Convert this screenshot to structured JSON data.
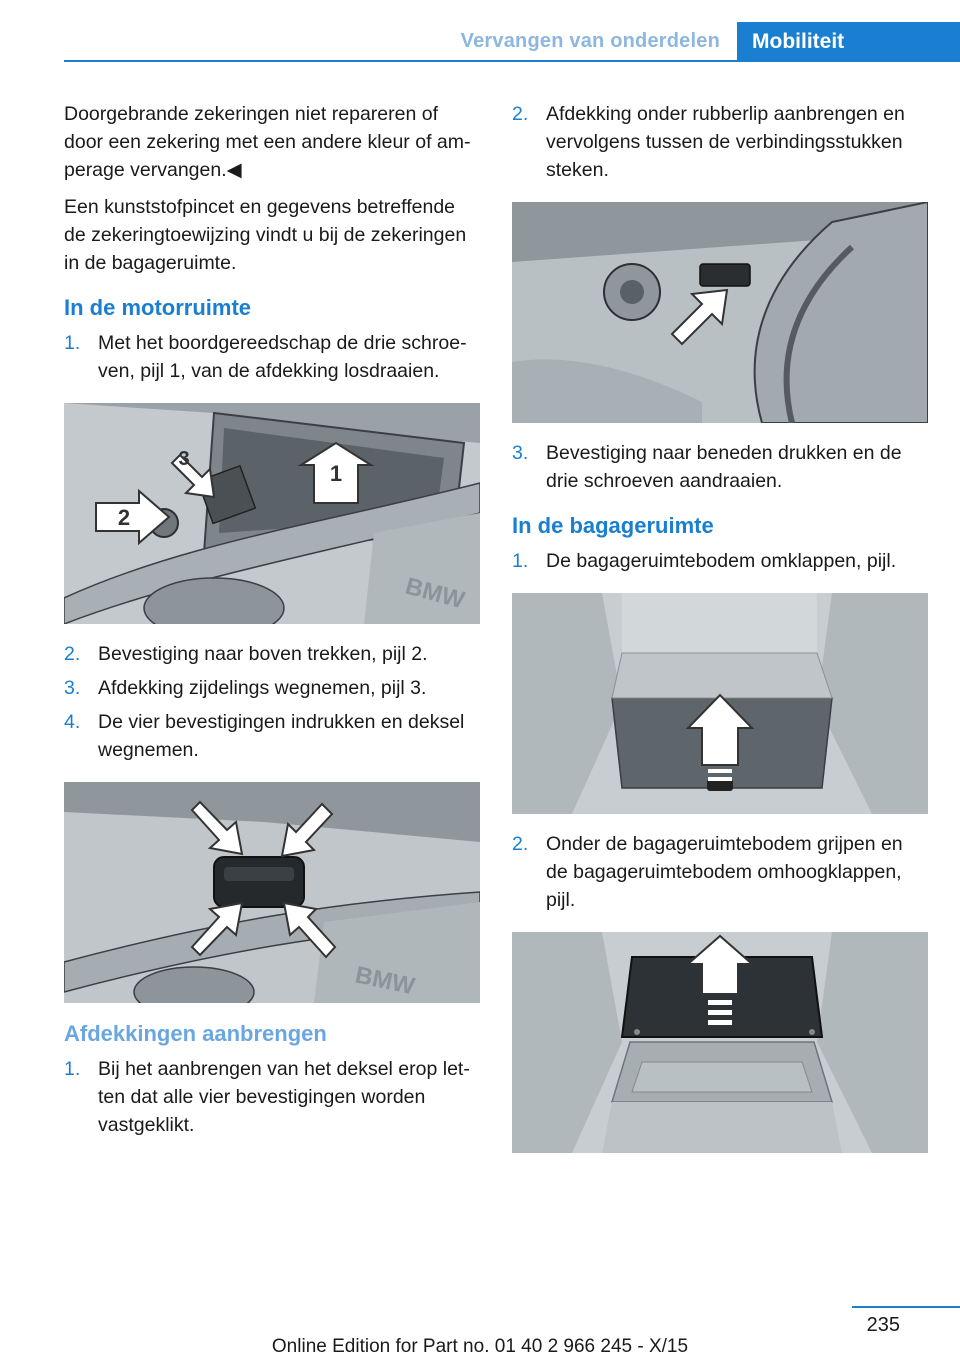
{
  "header": {
    "section": "Vervangen van onderdelen",
    "chapter": "Mobiliteit"
  },
  "left": {
    "para1": "Doorgebrande zekeringen niet repareren of door een zekering met een andere kleur of am‐perage vervangen.◀",
    "para2": "Een kunststofpincet en gegevens betreffende de zekeringtoewijzing vindt u bij de zekeringen in de bagageruimte.",
    "heading1": "In de motorruimte",
    "steps1": [
      {
        "num": "1.",
        "text": "Met het boordgereedschap de drie schroe‐ven, pijl 1, van de afdekking losdraaien."
      }
    ],
    "fig1_labels": [
      "1",
      "2",
      "3"
    ],
    "fig1_engine_text": "BMW",
    "steps2": [
      {
        "num": "2.",
        "text": "Bevestiging naar boven trekken, pijl 2."
      },
      {
        "num": "3.",
        "text": "Afdekking zijdelings wegnemen, pijl 3."
      },
      {
        "num": "4.",
        "text": "De vier bevestigingen indrukken en deksel wegnemen."
      }
    ],
    "fig2_engine_text": "BMW",
    "heading2": "Afdekkingen aanbrengen",
    "steps3": [
      {
        "num": "1.",
        "text": "Bij het aanbrengen van het deksel erop let‐ten dat alle vier bevestigingen worden vastgeklikt."
      }
    ]
  },
  "right": {
    "steps1": [
      {
        "num": "2.",
        "text": "Afdekking onder rubberlip aanbrengen en vervolgens tussen de verbindingsstukken steken."
      }
    ],
    "steps2": [
      {
        "num": "3.",
        "text": "Bevestiging naar beneden drukken en de drie schroeven aandraaien."
      }
    ],
    "heading1": "In de bagageruimte",
    "steps3": [
      {
        "num": "1.",
        "text": "De bagageruimtebodem omklappen, pijl."
      }
    ],
    "steps4": [
      {
        "num": "2.",
        "text": "Onder de bagageruimtebodem grijpen en de bagageruimtebodem omhoogklappen, pijl."
      }
    ]
  },
  "footer": {
    "page_number": "235",
    "edition": "Online Edition for Part no. 01 40 2 966 245 - X/15"
  }
}
